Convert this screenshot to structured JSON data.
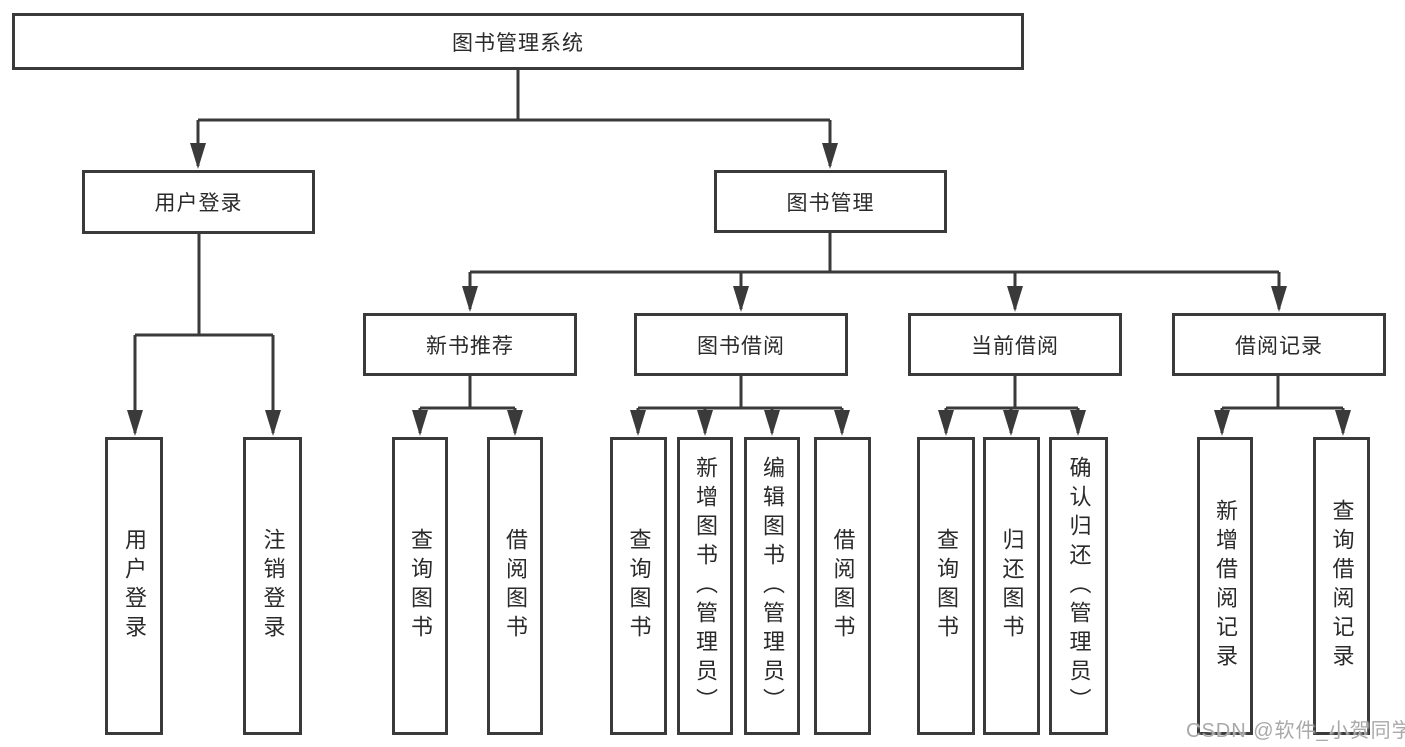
{
  "diagram": {
    "root": {
      "label": "图书管理系统"
    },
    "level1": [
      {
        "label": "用户登录"
      },
      {
        "label": "图书管理"
      }
    ],
    "level2": [
      {
        "label": "新书推荐"
      },
      {
        "label": "图书借阅"
      },
      {
        "label": "当前借阅"
      },
      {
        "label": "借阅记录"
      }
    ],
    "leaves": {
      "user_login": [
        {
          "label": "用户登录"
        },
        {
          "label": "注销登录"
        }
      ],
      "new_book": [
        {
          "label": "查询图书"
        },
        {
          "label": "借阅图书"
        }
      ],
      "book_borrow": [
        {
          "label": "查询图书"
        },
        {
          "label": "新增图书（管理员）"
        },
        {
          "label": "编辑图书（管理员）"
        },
        {
          "label": "借阅图书"
        }
      ],
      "current_borrow": [
        {
          "label": "查询图书"
        },
        {
          "label": "归还图书"
        },
        {
          "label": "确认归还（管理员）"
        }
      ],
      "borrow_record": [
        {
          "label": "新增借阅记录"
        },
        {
          "label": "查询借阅记录"
        }
      ]
    },
    "watermark": "CSDN @软件_小贺同学",
    "colors": {
      "line": "#3a3a3a",
      "box_border": "#3a3a3a",
      "box_fill": "#ffffff",
      "text": "#2a2a2a",
      "watermark": "#a9a9a9"
    }
  }
}
